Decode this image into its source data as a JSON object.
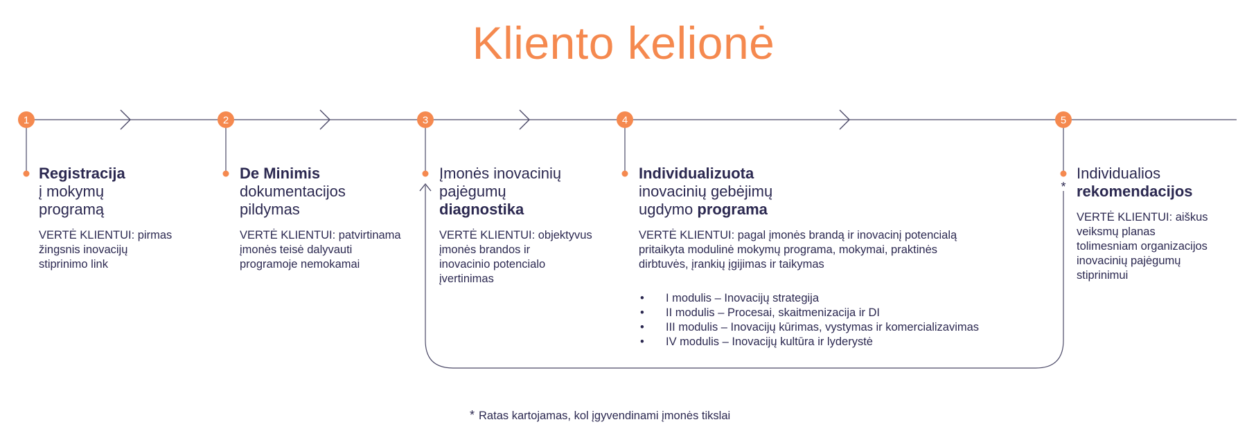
{
  "title": "Kliento kelionė",
  "colors": {
    "accent": "#f5894f",
    "text": "#2b2850",
    "line": "#4a4866"
  },
  "steps": [
    {
      "number": "1",
      "title_parts": [
        {
          "text": "Registracija",
          "bold": true,
          "br": true
        },
        {
          "text": "į mokymų",
          "bold": false,
          "br": true
        },
        {
          "text": "programą",
          "bold": false,
          "br": false
        }
      ],
      "value_lines": [
        "VERTĖ KLIENTUI: pirmas",
        "žingsnis inovacijų",
        "stiprinimo link"
      ]
    },
    {
      "number": "2",
      "title_parts": [
        {
          "text": "De Minimis",
          "bold": true,
          "br": true
        },
        {
          "text": "dokumentacijos",
          "bold": false,
          "br": true
        },
        {
          "text": "pildymas",
          "bold": false,
          "br": false
        }
      ],
      "value_lines": [
        "VERTĖ KLIENTUI: patvirtinama",
        "įmonės teisė dalyvauti",
        "programoje nemokamai"
      ]
    },
    {
      "number": "3",
      "title_parts": [
        {
          "text": "Įmonės inovacinių",
          "bold": false,
          "br": true
        },
        {
          "text": "pajėgumų",
          "bold": false,
          "br": true
        },
        {
          "text": "diagnostika",
          "bold": true,
          "br": false
        }
      ],
      "value_lines": [
        "VERTĖ KLIENTUI: objektyvus",
        "įmonės brandos ir",
        "inovacinio potencialo",
        "įvertinimas"
      ]
    },
    {
      "number": "4",
      "title_parts": [
        {
          "text": "Individualizuota",
          "bold": true,
          "br": true
        },
        {
          "text": "inovacinių gebėjimų",
          "bold": false,
          "br": true
        },
        {
          "text": "ugdymo ",
          "bold": false,
          "br": false
        },
        {
          "text": "programa",
          "bold": true,
          "br": false
        }
      ],
      "value_lines": [
        "VERTĖ KLIENTUI: pagal įmonės brandą ir inovacinį potencialą",
        "pritaikyta modulinė mokymų programa, mokymai, praktinės",
        "dirbtuvės, įrankių įgijimas ir taikymas"
      ],
      "modules": [
        "I modulis – Inovacijų strategija",
        "II modulis – Procesai, skaitmenizacija ir DI",
        "III modulis – Inovacijų kūrimas, vystymas ir komercializavimas",
        "IV modulis – Inovacijų kultūra ir lyderystė"
      ]
    },
    {
      "number": "5",
      "title_parts": [
        {
          "text": "Individualios",
          "bold": false,
          "br": true
        },
        {
          "text": "rekomendacijos",
          "bold": true,
          "br": false
        }
      ],
      "value_lines": [
        "VERTĖ KLIENTUI: aiškus",
        "veiksmų planas",
        "tolimesniam organizacijos",
        "inovacinių pajėgumų",
        "stiprinimui"
      ]
    }
  ],
  "loop_marker": "*",
  "footnote": {
    "marker": "*",
    "text": "Ratas kartojamas, kol įgyvendinami įmonės tikslai"
  }
}
